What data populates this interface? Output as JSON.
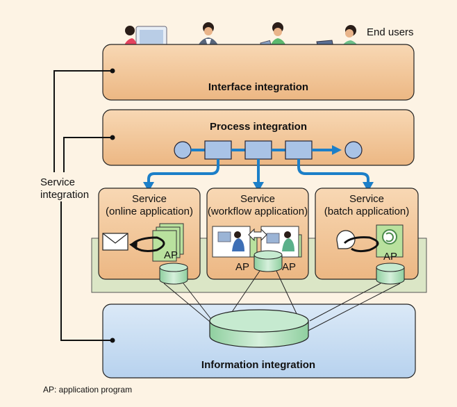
{
  "end_users_label": "End users",
  "interface_label": "Interface integration",
  "process_label": "Process integration",
  "service_integration": {
    "line1": "Service",
    "line2": "integration"
  },
  "services": [
    {
      "title": "Service",
      "subtitle": "(online application)",
      "ap": "AP"
    },
    {
      "title": "Service",
      "subtitle": "(workflow application)",
      "ap": "AP"
    },
    {
      "title": "Service",
      "subtitle": "(batch application)",
      "ap": "AP"
    }
  ],
  "information_label": "Information integration",
  "footnote": "AP: application program",
  "colors": {
    "background": "#fdf3e4",
    "orange_band": "#f2c28f",
    "blue_band": "#c6dcf2",
    "green_band": "#dbe6c6",
    "green_db": "#b6dfc0",
    "process_node": "#a9c3e6",
    "arrow_blue": "#1c7fc8",
    "ap_green": "#b9e19e"
  }
}
